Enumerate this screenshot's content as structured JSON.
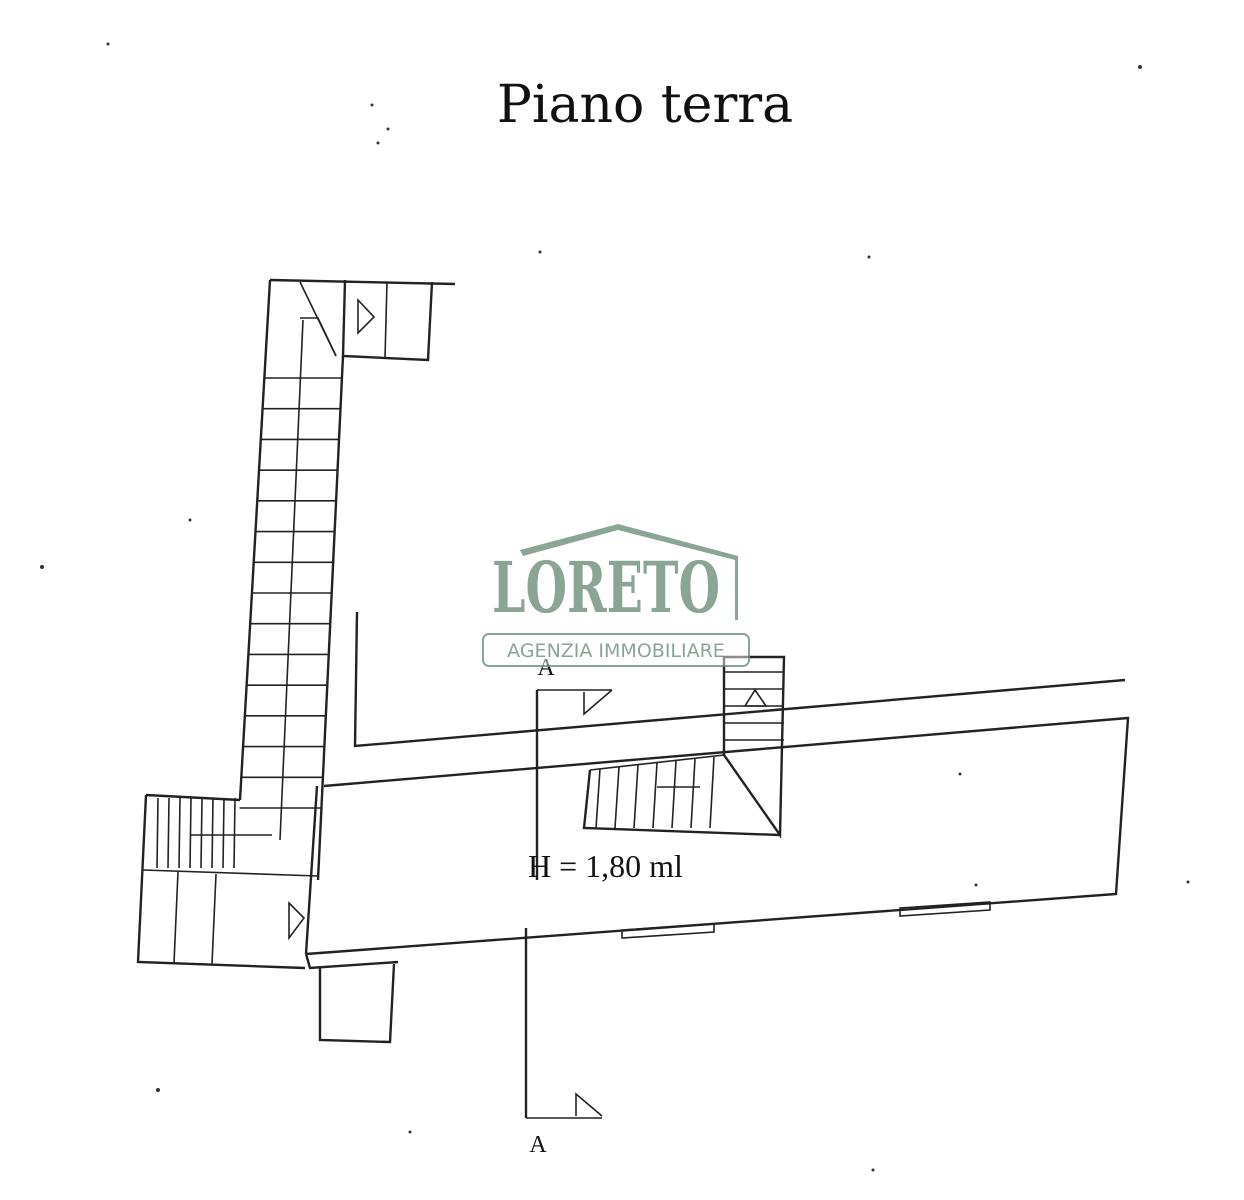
{
  "title": "Piano terra",
  "section_label_top": "A",
  "section_label_bottom": "A",
  "height_note": "H = 1,80 ml",
  "watermark": {
    "brand": "LORETO",
    "tagline": "AGENZIA IMMOBILIARE",
    "color": "#6f8f7a"
  }
}
